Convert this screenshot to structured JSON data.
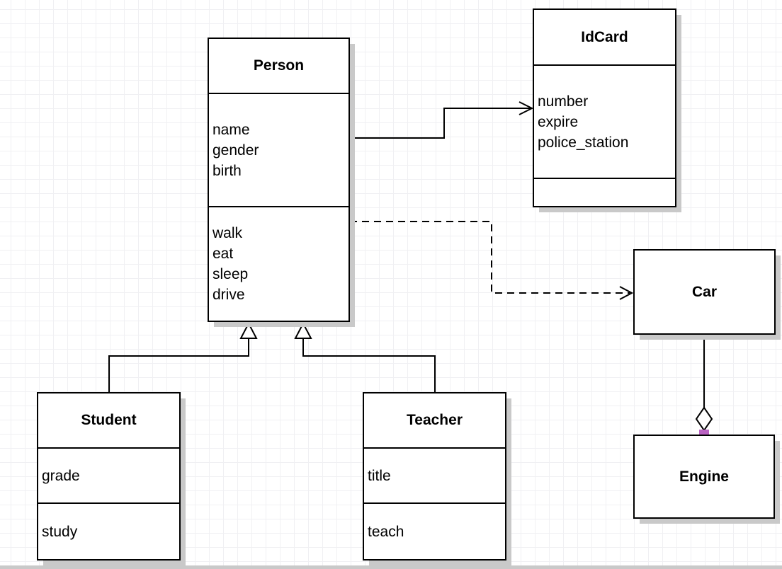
{
  "diagram": {
    "kind": "uml-class-diagram",
    "classes": {
      "person": {
        "name": "Person",
        "attributes": [
          "name",
          "gender",
          "birth"
        ],
        "methods": [
          "walk",
          "eat",
          "sleep",
          "drive"
        ]
      },
      "idcard": {
        "name": "IdCard",
        "attributes": [
          "number",
          "expire",
          "police_station"
        ],
        "methods": []
      },
      "car": {
        "name": "Car",
        "attributes": [],
        "methods": []
      },
      "engine": {
        "name": "Engine",
        "attributes": [],
        "methods": []
      },
      "student": {
        "name": "Student",
        "attributes": [
          "grade"
        ],
        "methods": [
          "study"
        ]
      },
      "teacher": {
        "name": "Teacher",
        "attributes": [
          "title"
        ],
        "methods": [
          "teach"
        ]
      }
    },
    "relationships": [
      {
        "type": "association",
        "from": "Person",
        "to": "IdCard",
        "line": "solid",
        "arrow": "open"
      },
      {
        "type": "dependency",
        "from": "Person",
        "to": "Car",
        "line": "dashed",
        "arrow": "open"
      },
      {
        "type": "generalization",
        "from": "Student",
        "to": "Person",
        "line": "solid",
        "arrow": "hollow-triangle"
      },
      {
        "type": "generalization",
        "from": "Teacher",
        "to": "Person",
        "line": "solid",
        "arrow": "hollow-triangle"
      },
      {
        "type": "aggregation",
        "from": "Car",
        "to": "Engine",
        "line": "solid",
        "arrow": "hollow-diamond",
        "end_markers": "connection-point-squares"
      }
    ],
    "colors": {
      "box_fill": "#ffffff",
      "box_border": "#000000",
      "box_shadow": "#c9c9c9",
      "grid_line": "#f0f0f3",
      "canvas_background": "#ffffff",
      "connection_point": "#ba63c2",
      "bottom_edge": "#c9c9c9"
    }
  }
}
